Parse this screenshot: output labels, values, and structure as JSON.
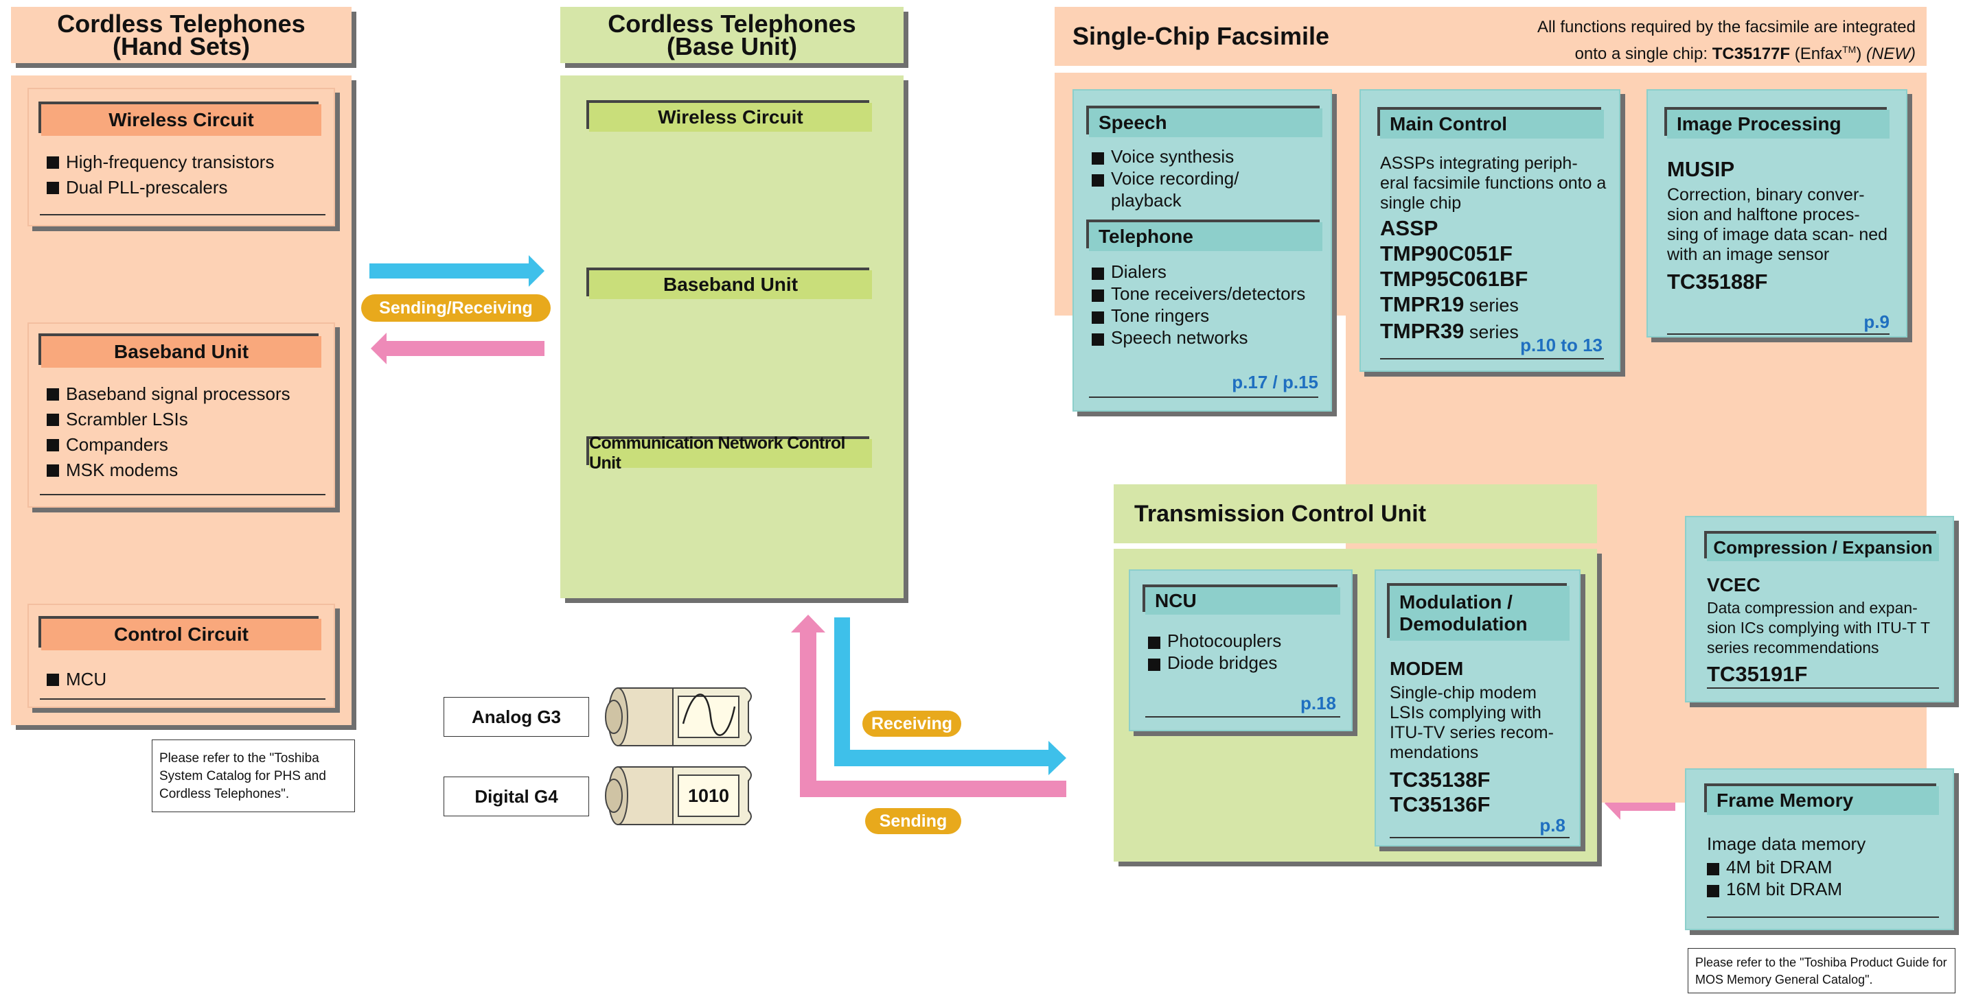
{
  "colors": {
    "pink_panel": "#fdd2b5",
    "green_panel": "#d6e6a8",
    "teal_panel": "#a9dad8",
    "orange_tag": "#f9a87c",
    "blue_arrow": "#3ec0ea",
    "pink_arrow": "#ee8ab8",
    "pill": "#e8a91c",
    "page_ref": "#1f6fc0"
  },
  "handsets": {
    "title_line1": "Cordless Telephones",
    "title_line2": "(Hand Sets)",
    "wireless": {
      "title": "Wireless Circuit",
      "items": [
        "High-frequency transistors",
        "Dual PLL-prescalers"
      ]
    },
    "baseband": {
      "title": "Baseband Unit",
      "items": [
        "Baseband signal processors",
        "Scrambler LSIs",
        "Companders",
        "MSK modems"
      ]
    },
    "control": {
      "title": "Control Circuit",
      "items": [
        "MCU"
      ]
    },
    "note": "Please refer to the \"Toshiba System Catalog for PHS and Cordless Telephones\"."
  },
  "base": {
    "title_line1": "Cordless Telephones",
    "title_line2": "(Base Unit)",
    "wireless_title": "Wireless Circuit",
    "baseband_title": "Baseband Unit",
    "network_title": "Communication Network Control Unit"
  },
  "labels": {
    "sending_receiving": "Sending/Receiving",
    "receiving": "Receiving",
    "sending": "Sending",
    "analog": "Analog G3",
    "digital": "Digital G4",
    "digital_code": "1010"
  },
  "fax": {
    "title": "Single-Chip Facsimile",
    "desc_line1": "All functions required by the facsimile are integrated",
    "desc_line2_prefix": "onto a single chip: ",
    "chip": "TC35177F",
    "chip_paren": " (Enfax",
    "tm": "TM",
    "chip_close": ")",
    "new": "(NEW)",
    "speech": {
      "title": "Speech",
      "items": [
        "Voice synthesis",
        "Voice recording/ playback"
      ]
    },
    "telephone": {
      "title": "Telephone",
      "items": [
        "Dialers",
        "Tone receivers/detectors",
        "Tone ringers",
        "Speech networks"
      ],
      "page": "p.17 / p.15"
    },
    "main": {
      "title": "Main Control",
      "desc": "ASSPs integrating periph- eral facsimile functions onto a single chip",
      "assp": "ASSP",
      "p1": "TMP90C051F",
      "p2": "TMP95C061BF",
      "p3": "TMPR19",
      "p3s": " series",
      "p4": "TMPR39",
      "p4s": " series",
      "page": "p.10 to 13"
    },
    "image": {
      "title": "Image Processing",
      "name": "MUSIP",
      "desc": "Correction, binary conver- sion and halftone proces- sing of image data scan- ned with an image sensor",
      "part": "TC35188F",
      "page": "p.9"
    },
    "compression": {
      "title": "Compression / Expansion",
      "name": "VCEC",
      "desc": "Data compression and expan- sion ICs complying with ITU-T T series recommendations",
      "part": "TC35191F"
    },
    "frame": {
      "title": "Frame Memory",
      "desc": "Image data memory",
      "items": [
        "4M bit DRAM",
        "16M bit DRAM"
      ],
      "note": "Please refer to the \"Toshiba Product Guide for MOS Memory General Catalog\"."
    },
    "tcu": {
      "title": "Transmission Control Unit",
      "ncu": {
        "title": "NCU",
        "items": [
          "Photocouplers",
          "Diode bridges"
        ],
        "page": "p.18"
      },
      "modem": {
        "title_line1": "Modulation /",
        "title_line2": "Demodulation",
        "name": "MODEM",
        "desc": "Single-chip modem LSIs complying with ITU-TV series recom- mendations",
        "p1": "TC35138F",
        "p2": "TC35136F",
        "page": "p.8"
      }
    }
  }
}
